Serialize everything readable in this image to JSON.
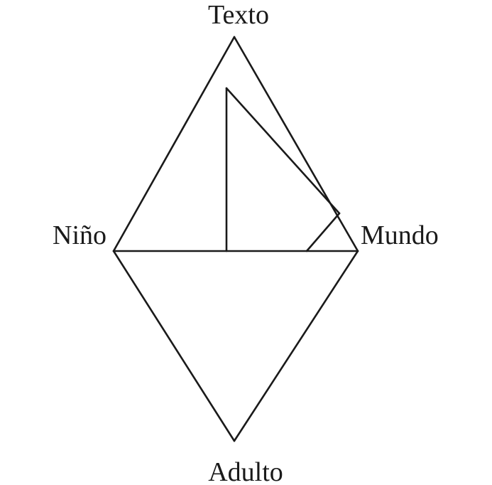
{
  "diagram": {
    "nodes": {
      "top": "Texto",
      "left": "Niño",
      "right": "Mundo",
      "bottom": "Adulto"
    },
    "line_color": "#1a1a1a",
    "background_color": "#ffffff"
  }
}
